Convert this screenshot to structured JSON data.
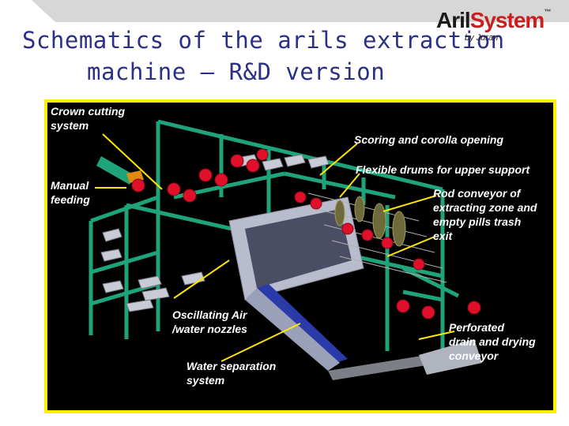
{
  "slide": {
    "title_line1": "Schematics of the arils extraction",
    "title_line2": "machine – R&D version"
  },
  "logo": {
    "main_part1": "Aril",
    "main_part2": "System",
    "trademark": "™",
    "sub": "by Juran"
  },
  "diagram": {
    "labels": {
      "crown_cutting": [
        "Crown cutting",
        "system"
      ],
      "manual_feeding": [
        "Manual",
        "feeding"
      ],
      "scoring": [
        "Scoring and corolla opening"
      ],
      "flexible_drums": [
        "Flexible drums for upper support"
      ],
      "rod_conveyor": [
        "Rod conveyor  of",
        "extracting zone and",
        "empty pills trash",
        "exit"
      ],
      "oscillating": [
        "Oscillating Air",
        "/water nozzles"
      ],
      "water_separation": [
        "Water separation",
        "system"
      ],
      "perforated": [
        "Perforated",
        "drain and drying",
        "conveyor"
      ]
    },
    "colors": {
      "frame_border": "#ffee00",
      "background": "#000000",
      "frame_green": "#1fa37a",
      "fruit_red": "#e0102a",
      "tray_grey": "#c9ccd6",
      "arrow_yellow": "#ffe600"
    }
  }
}
